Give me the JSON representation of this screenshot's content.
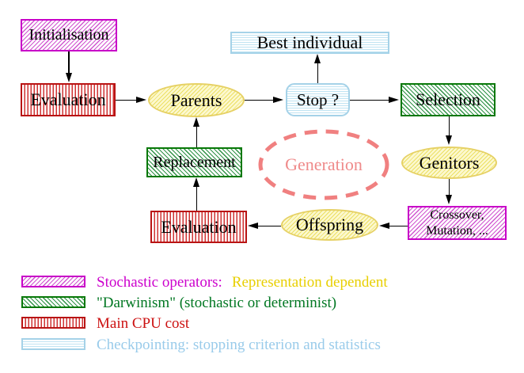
{
  "diagram": {
    "nodes": {
      "initialisation": {
        "label": "Initialisation"
      },
      "evaluation_top": {
        "label": "Evaluation"
      },
      "parents": {
        "label": "Parents"
      },
      "best_individual": {
        "label": "Best individual"
      },
      "stop": {
        "label": "Stop ?"
      },
      "selection": {
        "label": "Selection"
      },
      "genitors": {
        "label": "Genitors"
      },
      "replacement": {
        "label": "Replacement"
      },
      "generation": {
        "label": "Generation"
      },
      "crossover": {
        "line1": "Crossover,",
        "line2": "Mutation, ..."
      },
      "offspring": {
        "label": "Offspring"
      },
      "evaluation_bottom": {
        "label": "Evaluation"
      }
    },
    "colors": {
      "magenta": "#cc00cc",
      "green": "#077807",
      "red": "#b91414",
      "cyan": "#a5d2e8",
      "yellow": "#e6d165",
      "coral": "#f08080",
      "legend_magenta_text": "#cc00cc",
      "legend_gold_text": "#e8cf00",
      "legend_green_text": "#007722",
      "legend_red_text": "#cc1111",
      "legend_cyan_text": "#99cbea"
    },
    "legend": {
      "rows": [
        {
          "swatch_name": "stochastic-operators-swatch",
          "parts": [
            {
              "text": "Stochastic operators:"
            },
            {
              "text": "Representation dependent"
            }
          ]
        },
        {
          "swatch_name": "darwinism-swatch",
          "parts": [
            {
              "text": "\"Darwinism\" (stochastic or determinist)"
            }
          ]
        },
        {
          "swatch_name": "cpu-cost-swatch",
          "parts": [
            {
              "text": "Main CPU cost"
            }
          ]
        },
        {
          "swatch_name": "checkpointing-swatch",
          "parts": [
            {
              "text": "Checkpointing: stopping criterion and statistics"
            }
          ]
        }
      ]
    }
  }
}
